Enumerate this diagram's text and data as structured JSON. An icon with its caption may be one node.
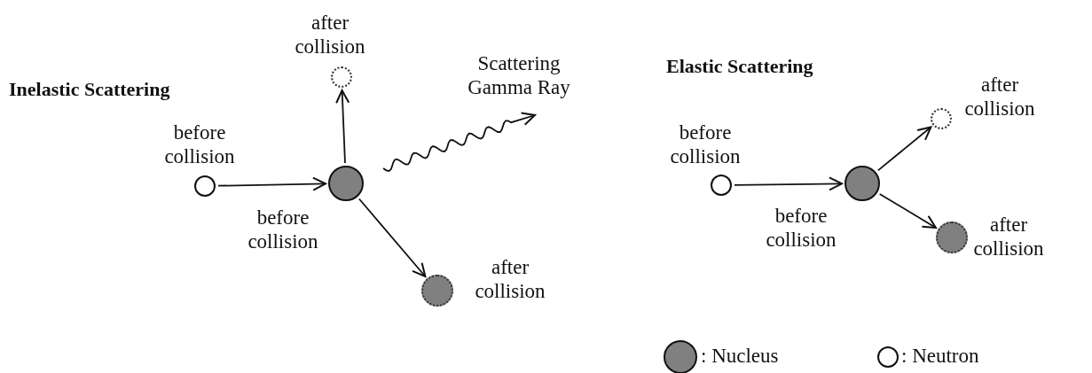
{
  "diagram": {
    "nodes": [
      {
        "text": [],
        "shape": "circle",
        "beside": [
          "before collision"
        ]
      },
      {
        "text": [],
        "shape": "circle",
        "beside": [
          "before collision"
        ]
      },
      {
        "text": [],
        "shape": "circle",
        "beside": [
          "after collision"
        ]
      },
      {
        "text": [],
        "shape": "circle",
        "beside": [
          "after collision"
        ]
      },
      {
        "text": [
          "Scattering Gamma Ray"
        ]
      },
      {
        "text": [],
        "shape": "circle",
        "beside": [
          "before collision"
        ]
      },
      {
        "text": [],
        "shape": "circle",
        "beside": [
          "before collision"
        ]
      },
      {
        "text": [],
        "shape": "circle",
        "beside": [
          "after collision"
        ]
      },
      {
        "text": [],
        "shape": "circle",
        "beside": [
          "after collision"
        ]
      }
    ],
    "edges": [
      {
        "from": 0,
        "to": 1,
        "arrow": "to"
      },
      {
        "from": 1,
        "to": 2,
        "arrow": "to"
      },
      {
        "from": 1,
        "to": 4,
        "arrow": "to"
      },
      {
        "from": 1,
        "to": 3,
        "arrow": "to"
      },
      {
        "from": 5,
        "to": 6,
        "arrow": "to"
      },
      {
        "from": 6,
        "to": 7,
        "arrow": "to"
      },
      {
        "from": 6,
        "to": 8,
        "arrow": "to"
      }
    ],
    "labels": [
      "Inelastic Scattering",
      "Elastic Scattering"
    ],
    "legend": [
      {
        "text": ": Nucleus",
        "color": "#808080"
      },
      {
        "text": ": Neutron",
        "color": "#ffffff"
      }
    ]
  }
}
